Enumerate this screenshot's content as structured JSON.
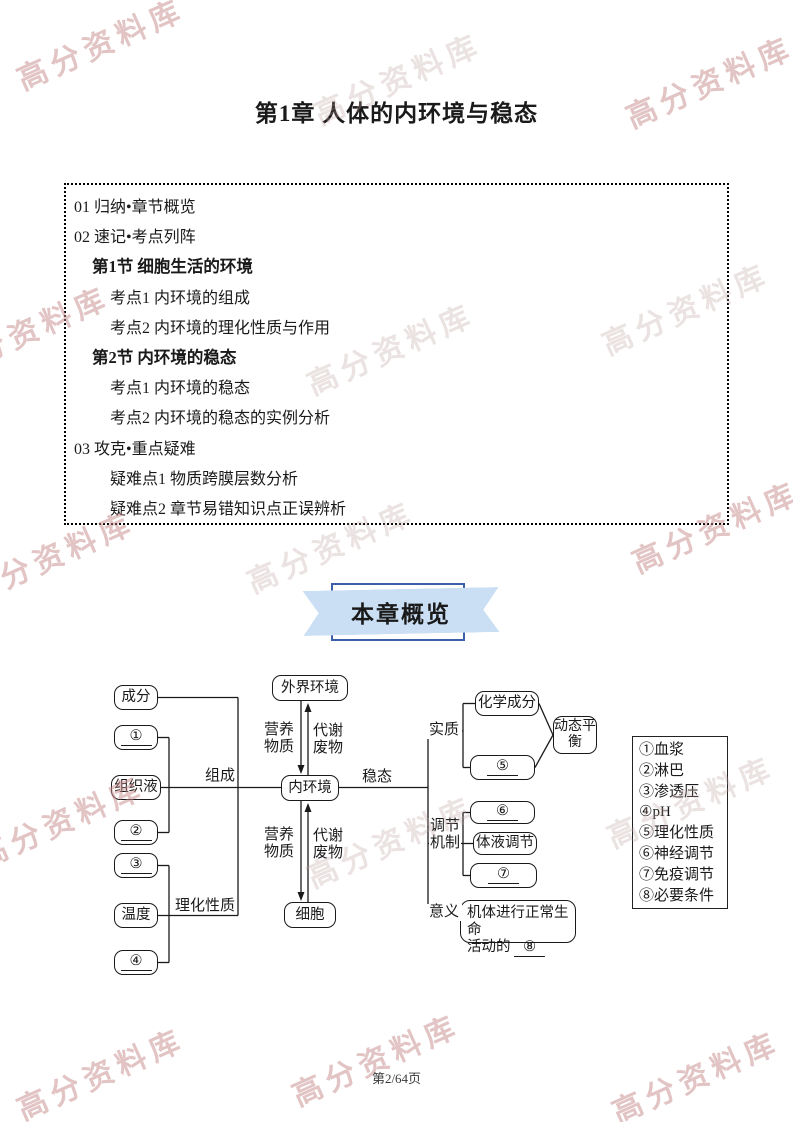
{
  "page": {
    "title": "第1章 人体的内环境与稳态",
    "footer": "第2/64页",
    "watermark": "高分资料库"
  },
  "toc": {
    "items": [
      "01 归纳•章节概览",
      "02 速记•考点列阵",
      "第1节 细胞生活的环境",
      "考点1 内环境的组成",
      "考点2 内环境的理化性质与作用",
      "第2节 内环境的稳态",
      "考点1 内环境的稳态",
      "考点2 内环境的稳态的实例分析",
      "03 攻克•重点疑难",
      "疑难点1 物质跨膜层数分析",
      "疑难点2 章节易错知识点正误辨析"
    ]
  },
  "banner": {
    "label": "本章概览"
  },
  "diagram": {
    "left": {
      "chengfen": "成分",
      "num1": "①",
      "zuzhiye": "组织液",
      "num2": "②",
      "num3": "③",
      "wendu": "温度",
      "num4": "④",
      "zucheng": "组成",
      "lihuaxingzhi": "理化性质"
    },
    "center": {
      "waijie": "外界环境",
      "neihuanjing": "内环境",
      "xibao": "细胞",
      "yingyang": "营养物质",
      "daixie": "代谢废物",
      "wentai": "稳态"
    },
    "right": {
      "shizhi": "实质",
      "huaxue": "化学成分",
      "num5": "⑤",
      "dongtai": "动态平衡",
      "tiaojie": "调节机制",
      "num6": "⑥",
      "tiye": "体液调节",
      "num7": "⑦",
      "yiyi": "意义",
      "meaning1": "机体进行正常生命",
      "meaning2": "活动的",
      "num8": "⑧"
    },
    "key": {
      "items": [
        "①血浆",
        "②淋巴",
        "③渗透压",
        "④pH",
        "⑤理化性质",
        "⑥神经调节",
        "⑦免疫调节",
        "⑧必要条件"
      ]
    }
  },
  "colors": {
    "banner_fill": "#cbdff4",
    "banner_outline": "#3c5fa9",
    "watermark_pink": "#c68a8a",
    "line": "#1a1a1a"
  }
}
